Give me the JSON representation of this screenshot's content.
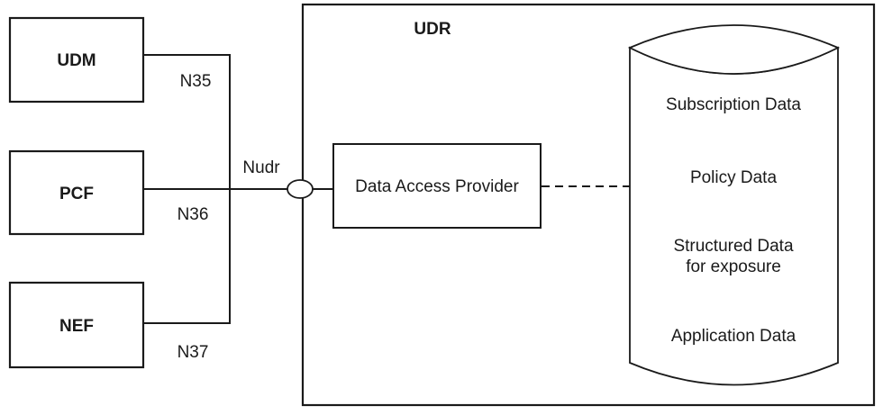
{
  "colors": {
    "stroke": "#1a1a1a",
    "background": "#ffffff"
  },
  "udr": {
    "title": "UDR",
    "provider_box_label": "Data Access Provider"
  },
  "nf_boxes": [
    {
      "label": "UDM"
    },
    {
      "label": "PCF"
    },
    {
      "label": "NEF"
    }
  ],
  "interfaces": {
    "udm_label": "N35",
    "pcf_label": "N36",
    "nef_label": "N37",
    "service_label": "Nudr"
  },
  "datastore": {
    "subscription": "Subscription Data",
    "policy": "Policy Data",
    "structured_line1": "Structured Data",
    "structured_line2": "for exposure",
    "application": "Application Data"
  }
}
